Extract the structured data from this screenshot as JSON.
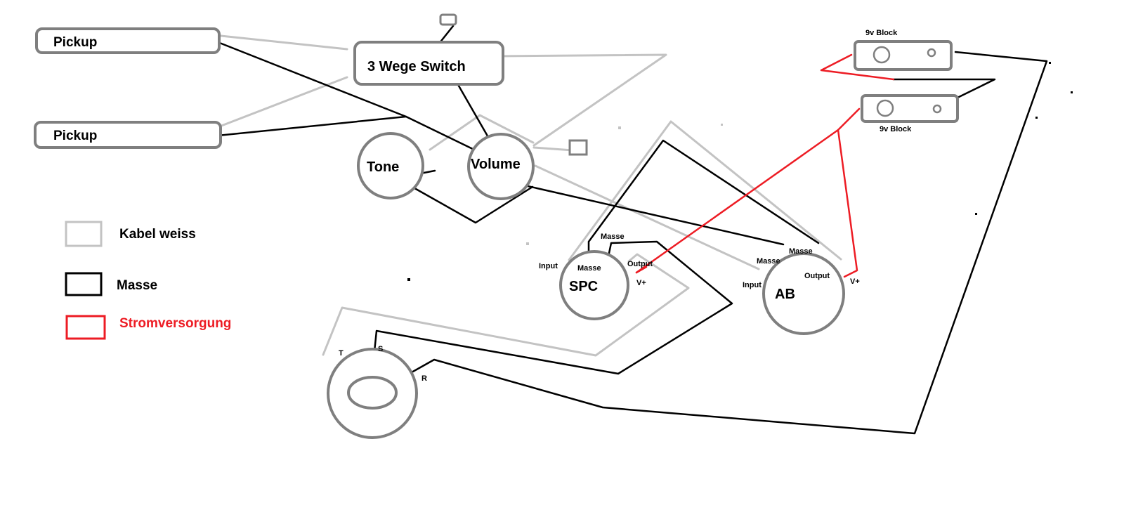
{
  "components": {
    "pickup_top": "Pickup",
    "pickup_bottom": "Pickup",
    "switch": "3 Wege Switch",
    "tone": "Tone",
    "volume": "Volume",
    "spc": "SPC",
    "ab": "AB",
    "battery_top": "9v Block",
    "battery_bottom": "9v Block"
  },
  "pins": {
    "spc_input": "Input",
    "spc_masse_outer": "Masse",
    "spc_masse_inner": "Masse",
    "spc_output": "Output",
    "spc_vplus": "V+",
    "ab_input": "Input",
    "ab_masse_left": "Masse",
    "ab_masse_right": "Masse",
    "ab_output": "Output",
    "ab_vplus": "V+",
    "jack_t": "T",
    "jack_s": "S",
    "jack_r": "R"
  },
  "legend": {
    "items": [
      {
        "label": "Kabel weiss",
        "color": "#c3c3c3"
      },
      {
        "label": "Masse",
        "color": "#000000"
      },
      {
        "label": "Stromversorgung",
        "color": "#ed1c24"
      }
    ]
  }
}
